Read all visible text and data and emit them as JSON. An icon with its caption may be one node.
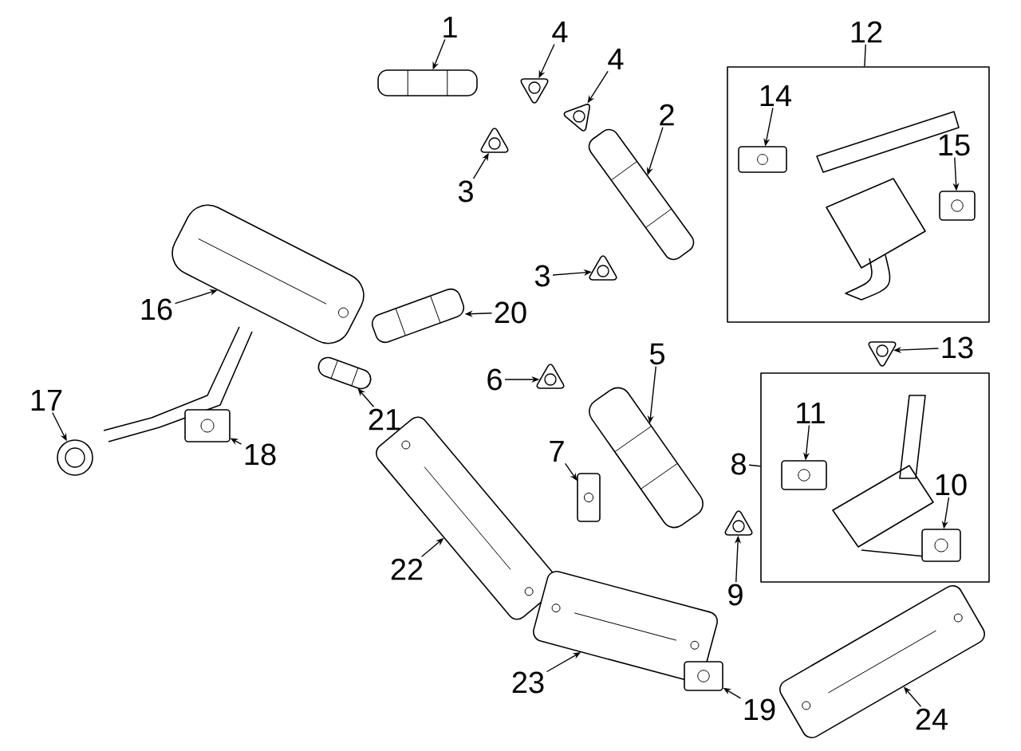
{
  "diagram": {
    "nodes": [
      {
        "text": [
          "1"
        ]
      },
      {
        "text": [],
        "shape": "picture"
      },
      {
        "text": [
          "4"
        ]
      },
      {
        "text": [],
        "shape": "picture"
      },
      {
        "text": [
          "4"
        ]
      },
      {
        "text": [],
        "shape": "picture"
      },
      {
        "text": [
          "12"
        ]
      },
      {
        "text": [],
        "shape": "box"
      },
      {
        "text": [
          "14"
        ],
        "in": 7
      },
      {
        "text": [],
        "shape": "picture",
        "in": 7
      },
      {
        "text": [
          "2"
        ]
      },
      {
        "text": [],
        "shape": "picture"
      },
      {
        "text": [
          "15"
        ],
        "in": 7
      },
      {
        "text": [],
        "shape": "picture",
        "in": 7
      },
      {
        "text": [
          "3"
        ]
      },
      {
        "text": [],
        "shape": "picture"
      },
      {
        "text": [
          "16"
        ]
      },
      {
        "text": [],
        "shape": "picture"
      },
      {
        "text": [
          "3"
        ]
      },
      {
        "text": [],
        "shape": "picture"
      },
      {
        "text": [
          "20"
        ]
      },
      {
        "text": [],
        "shape": "picture"
      },
      {
        "text": [
          "13"
        ]
      },
      {
        "text": [],
        "shape": "picture"
      },
      {
        "text": [
          "5"
        ]
      },
      {
        "text": [],
        "shape": "picture"
      },
      {
        "text": [
          "6"
        ]
      },
      {
        "text": [],
        "shape": "picture"
      },
      {
        "text": [
          "17"
        ]
      },
      {
        "text": [],
        "shape": "picture"
      },
      {
        "text": [
          "18"
        ]
      },
      {
        "text": [],
        "shape": "picture"
      },
      {
        "text": [
          "21"
        ]
      },
      {
        "text": [],
        "shape": "picture"
      },
      {
        "text": [
          "8"
        ]
      },
      {
        "text": [],
        "shape": "box"
      },
      {
        "text": [
          "11"
        ],
        "in": 35
      },
      {
        "text": [],
        "shape": "picture",
        "in": 35
      },
      {
        "text": [
          "7"
        ]
      },
      {
        "text": [],
        "shape": "picture"
      },
      {
        "text": [
          "10"
        ],
        "in": 35
      },
      {
        "text": [],
        "shape": "picture",
        "in": 35
      },
      {
        "text": [
          "22"
        ]
      },
      {
        "text": [],
        "shape": "picture"
      },
      {
        "text": [
          "9"
        ]
      },
      {
        "text": [],
        "shape": "picture"
      },
      {
        "text": [
          "23"
        ]
      },
      {
        "text": [],
        "shape": "picture"
      },
      {
        "text": [
          "19"
        ]
      },
      {
        "text": [],
        "shape": "picture"
      },
      {
        "text": [
          "24"
        ]
      },
      {
        "text": [],
        "shape": "picture"
      }
    ],
    "edges": [
      {
        "from": 0,
        "to": 1,
        "arrow": "to"
      },
      {
        "from": 2,
        "to": 3,
        "arrow": "to"
      },
      {
        "from": 4,
        "to": 5,
        "arrow": "to"
      },
      {
        "from": 6,
        "to": 7,
        "arrow": "none"
      },
      {
        "from": 8,
        "to": 9,
        "arrow": "to"
      },
      {
        "from": 10,
        "to": 11,
        "arrow": "to"
      },
      {
        "from": 12,
        "to": 13,
        "arrow": "to"
      },
      {
        "from": 14,
        "to": 15,
        "arrow": "to"
      },
      {
        "from": 16,
        "to": 17,
        "arrow": "to"
      },
      {
        "from": 18,
        "to": 19,
        "arrow": "to"
      },
      {
        "from": 20,
        "to": 21,
        "arrow": "to"
      },
      {
        "from": 22,
        "to": 23,
        "arrow": "to"
      },
      {
        "from": 24,
        "to": 25,
        "arrow": "to"
      },
      {
        "from": 26,
        "to": 27,
        "arrow": "to"
      },
      {
        "from": 28,
        "to": 29,
        "arrow": "to"
      },
      {
        "from": 30,
        "to": 31,
        "arrow": "to"
      },
      {
        "from": 32,
        "to": 33,
        "arrow": "to"
      },
      {
        "from": 34,
        "to": 35,
        "arrow": "none"
      },
      {
        "from": 36,
        "to": 37,
        "arrow": "to"
      },
      {
        "from": 38,
        "to": 39,
        "arrow": "to"
      },
      {
        "from": 40,
        "to": 41,
        "arrow": "to"
      },
      {
        "from": 42,
        "to": 43,
        "arrow": "to"
      },
      {
        "from": 44,
        "to": 45,
        "arrow": "to"
      },
      {
        "from": 46,
        "to": 47,
        "arrow": "to"
      },
      {
        "from": 48,
        "to": 49,
        "arrow": "to"
      },
      {
        "from": 50,
        "to": 51,
        "arrow": "to"
      }
    ]
  }
}
